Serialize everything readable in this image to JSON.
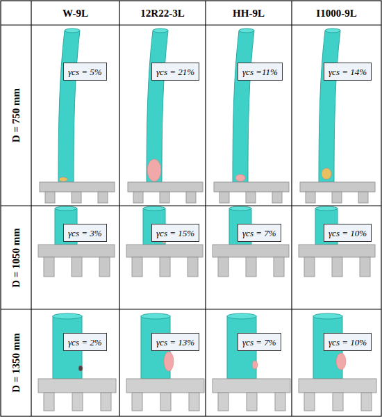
{
  "diagram": {
    "nodes": [
      {
        "text": [
          "γcs = 5%"
        ]
      },
      {
        "text": [
          "γcs = 21%"
        ]
      },
      {
        "text": [
          "γcs =11%"
        ]
      },
      {
        "text": [
          "γcs = 14%"
        ]
      },
      {
        "text": [
          "γcs = 3%"
        ]
      },
      {
        "text": [
          "γcs = 15%"
        ]
      },
      {
        "text": [
          "γcs = 7%"
        ]
      },
      {
        "text": [
          "γcs = 10%"
        ]
      },
      {
        "text": [
          "γcs = 2%"
        ]
      },
      {
        "text": [
          "γcs = 13%"
        ]
      },
      {
        "text": [
          "γcs = 7%"
        ]
      },
      {
        "text": [
          "γcs = 10%"
        ]
      }
    ],
    "labels": [
      "W-9L",
      "12R22-3L",
      "HH-9L",
      "I1000-9L",
      "D = 750 mm",
      "D = 1050 mm",
      "D = 1350 mm"
    ]
  }
}
